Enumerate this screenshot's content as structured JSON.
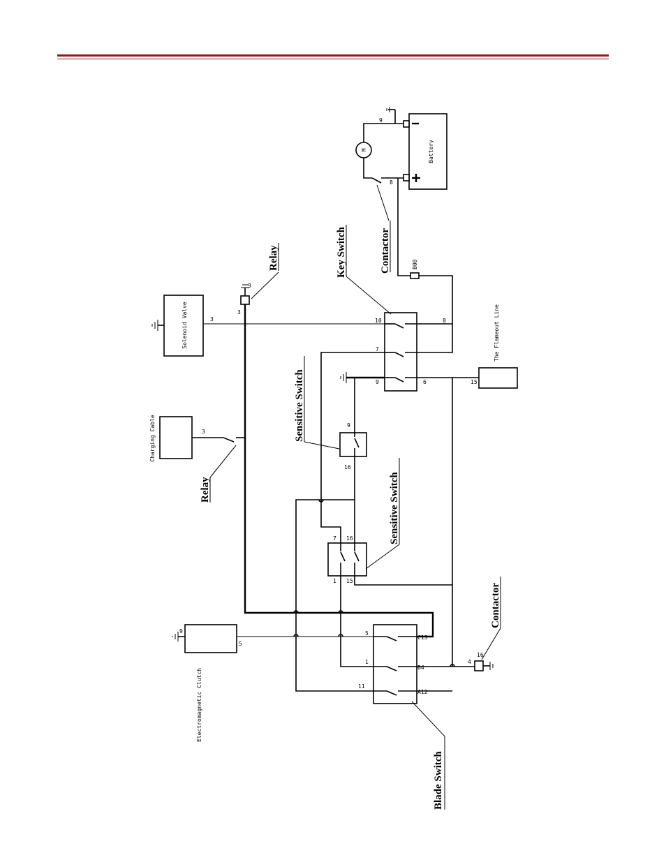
{
  "labels": {
    "relay": "Relay",
    "relay_lower": "Relay",
    "key_switch": "Key Switch",
    "contactor_top": "Contactor",
    "contactor_bottom": "Contactor",
    "sensitive_switch_top": "Sensitive Switch",
    "sensitive_switch_bottom": "Sensitive Switch",
    "blade_switch": "Blade Switch"
  },
  "components": {
    "battery": "Battery",
    "motor": "M",
    "solenoid_valve": "Solenoid Valve",
    "charging_cable": "Charging Cable",
    "flameout_line": "The Flameout Line",
    "electromagnetic_clutch": "Electromagnetic Clutch"
  },
  "pins": {
    "bat_neg": "9",
    "bat_pos": "8",
    "fuse": "B00",
    "ks_10": "10",
    "ks_8": "8",
    "ks_7": "7",
    "ks_9": "9",
    "ks_6": "6",
    "sol_3": "3",
    "relay_3": "3",
    "relay_9": "9",
    "charge_3": "3",
    "flame_15": "15",
    "ss1_9": "9",
    "ss1_16": "16",
    "ss2_7": "7",
    "ss2_16": "16",
    "ss2_1": "1",
    "ss2_15": "15",
    "bs_5": "5",
    "bs_1": "1",
    "bs_11": "11",
    "bs_c13": "C13",
    "bs_b4": "B4",
    "bs_a12": "A12",
    "clutch_5": "5",
    "clutch_9": "9",
    "cont_4": "4",
    "cont_16": "16"
  }
}
